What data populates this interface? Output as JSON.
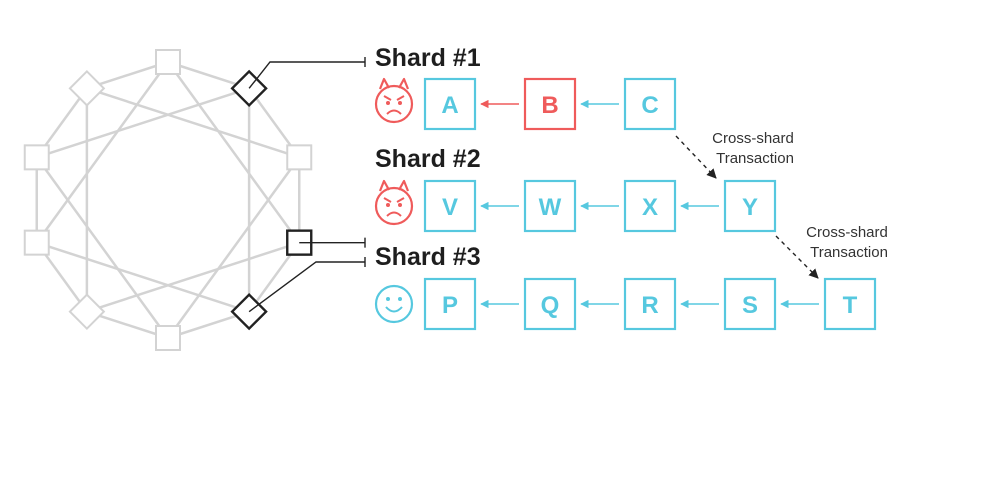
{
  "colors": {
    "network": "#d3d3d3",
    "dark": "#222222",
    "honest": "#56c8df",
    "malicious": "#ef5b5b",
    "note": "#333333"
  },
  "shards": [
    {
      "title": "Shard #1",
      "status": "malicious",
      "status_icon": "devil-face-icon",
      "blocks": [
        {
          "label": "A",
          "status": "honest"
        },
        {
          "label": "B",
          "status": "malicious"
        },
        {
          "label": "C",
          "status": "honest"
        }
      ]
    },
    {
      "title": "Shard #2",
      "status": "malicious",
      "status_icon": "devil-face-icon",
      "blocks": [
        {
          "label": "V",
          "status": "honest"
        },
        {
          "label": "W",
          "status": "honest"
        },
        {
          "label": "X",
          "status": "honest"
        },
        {
          "label": "Y",
          "status": "honest"
        }
      ]
    },
    {
      "title": "Shard #3",
      "status": "honest",
      "status_icon": "smiley-face-icon",
      "blocks": [
        {
          "label": "P",
          "status": "honest"
        },
        {
          "label": "Q",
          "status": "honest"
        },
        {
          "label": "R",
          "status": "honest"
        },
        {
          "label": "S",
          "status": "honest"
        },
        {
          "label": "T",
          "status": "honest"
        }
      ]
    }
  ],
  "cross_shard": [
    {
      "line1": "Cross-shard",
      "line2": "Transaction",
      "from": "C",
      "to": "Y"
    },
    {
      "line1": "Cross-shard",
      "line2": "Transaction",
      "from": "Y",
      "to": "T"
    }
  ]
}
